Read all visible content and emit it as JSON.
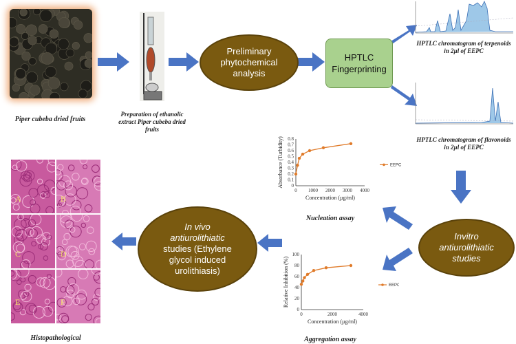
{
  "labels": {
    "fruits": "Piper cubeba dried fruits",
    "extract": "Preparation of ethanolic extract Piper cubeba dried fruits",
    "prelim": "Preliminary phytochemical analysis",
    "hptlc": "HPTLC Fingerprinting",
    "terp": "HPTLC chromatogram of terpenoids in 2µl of EEPC",
    "flav": "HPTLC chromatogram of flavonoids in 2µl of EEPC",
    "invitro": "Invitro antiurolithiatic studies",
    "invivo_line1": "In vivo antiurolithiatic",
    "invivo_line2": "studies (Ethylene glycol induced urolithiasis)",
    "nucleation": "Nucleation assay",
    "aggregation": "Aggregation assay",
    "histo": "Histopathological"
  },
  "histo_panels": [
    "A",
    "B",
    "C",
    "D",
    "E",
    "F"
  ],
  "colors": {
    "arrow": "#4a74c4",
    "oval": "#7a5a10",
    "hptlc_box": "#a9d18e",
    "series": "#e07b2a",
    "tissue": "#c85a9e"
  },
  "chart_data": [
    {
      "type": "line",
      "xlabel": "Concentration (µg/ml)",
      "ylabel": "Absorbance (Turbidity)",
      "x_ticks": [
        "0",
        "1000",
        "2000",
        "3000",
        "4000"
      ],
      "y_ticks": [
        "0",
        "0.1",
        "0.2",
        "0.3",
        "0.4",
        "0.5",
        "0.6",
        "0.7",
        "0.8"
      ],
      "xlim": [
        0,
        4000
      ],
      "ylim": [
        0,
        0.8
      ],
      "series": [
        {
          "name": "EEPC",
          "x": [
            0,
            100,
            200,
            400,
            800,
            1600,
            3200
          ],
          "y": [
            0.2,
            0.35,
            0.47,
            0.54,
            0.6,
            0.65,
            0.72
          ]
        }
      ]
    },
    {
      "type": "line",
      "xlabel": "Concentration (µg/ml)",
      "ylabel": "Relative Inhibition (%)",
      "x_ticks": [
        "0",
        "2000",
        "4000"
      ],
      "y_ticks": [
        "0",
        "20",
        "40",
        "60",
        "80",
        "100"
      ],
      "xlim": [
        0,
        4000
      ],
      "ylim": [
        0,
        100
      ],
      "series": [
        {
          "name": "EEPC",
          "x": [
            0,
            100,
            200,
            400,
            800,
            1600,
            3200
          ],
          "y": [
            46,
            52,
            58,
            64,
            71,
            76,
            80
          ]
        }
      ]
    }
  ]
}
